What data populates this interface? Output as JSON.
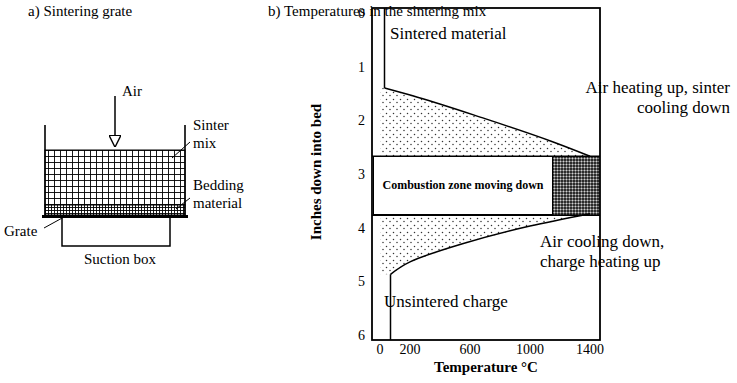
{
  "diagram": {
    "nodes": [
      {
        "text": [
          "Combustion zone moving down"
        ]
      }
    ],
    "labels": [
      "a) Sintering grate",
      "b) Temperatures in the sintering mix",
      "Air",
      "Sinter mix",
      "Bedding material",
      "Grate",
      "Suction box",
      "Sintered material",
      "Air heating up, sinter cooling down",
      "Air cooling down, charge heating up",
      "Unsintered charge",
      "Inches down into bed",
      "0",
      "1",
      "2",
      "3",
      "4",
      "5",
      "6",
      "0",
      "200",
      "600",
      "1000",
      "1400",
      "Temperature °C"
    ]
  }
}
